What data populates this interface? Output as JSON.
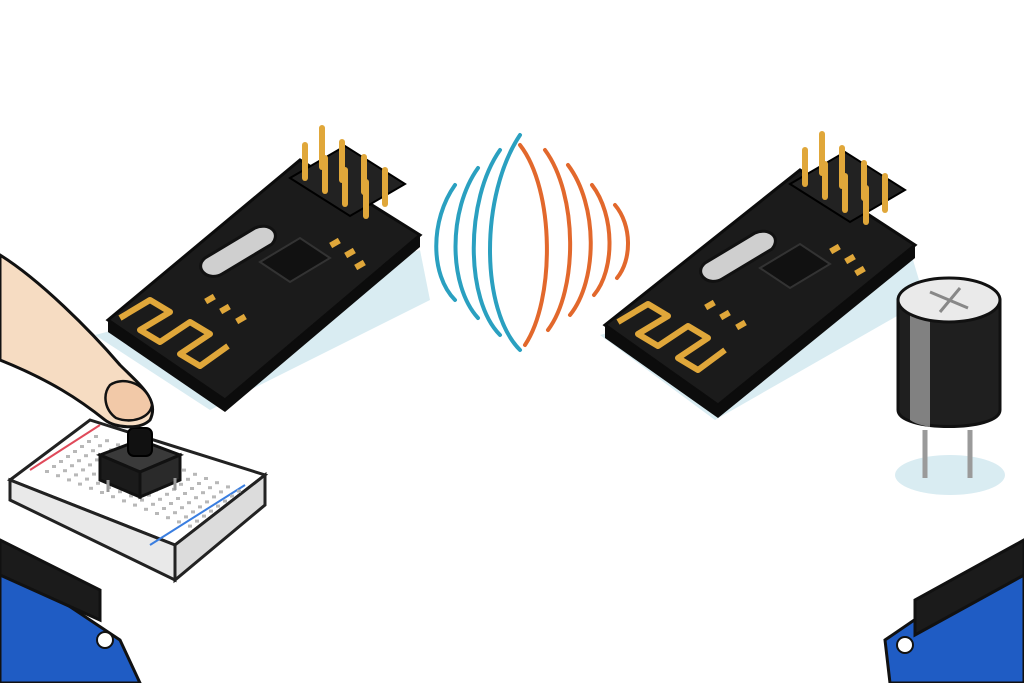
{
  "scene": {
    "description_items": [
      "hand-pressing-button",
      "breadboard",
      "radio-module-transmitter",
      "radio-waves",
      "radio-module-receiver",
      "capacitor",
      "board-left",
      "board-right"
    ]
  },
  "colors": {
    "background": "#ffffff",
    "pcb": "#1b1b1b",
    "pcb_edge": "#0c0c0c",
    "gold": "#e0a73a",
    "gold_light": "#f3cf74",
    "crystal": "#cfcfcf",
    "shadow": "#d9ecf2",
    "wave_blue": "#2aa0c0",
    "wave_orange": "#e2682c",
    "board_blue": "#1f5cc4",
    "skin": "#f6dcc2",
    "breadboard": "#f3f3f3",
    "rail_red": "#e04a5a",
    "rail_blue": "#3a7ee0",
    "capacitor": "#1f1f1f",
    "capacitor_band": "#9a9a9a"
  },
  "icons": [
    "wifi-antenna-icon",
    "crystal-oscillator-icon",
    "chip-icon",
    "pin-header-icon",
    "push-button-icon",
    "capacitor-icon"
  ]
}
